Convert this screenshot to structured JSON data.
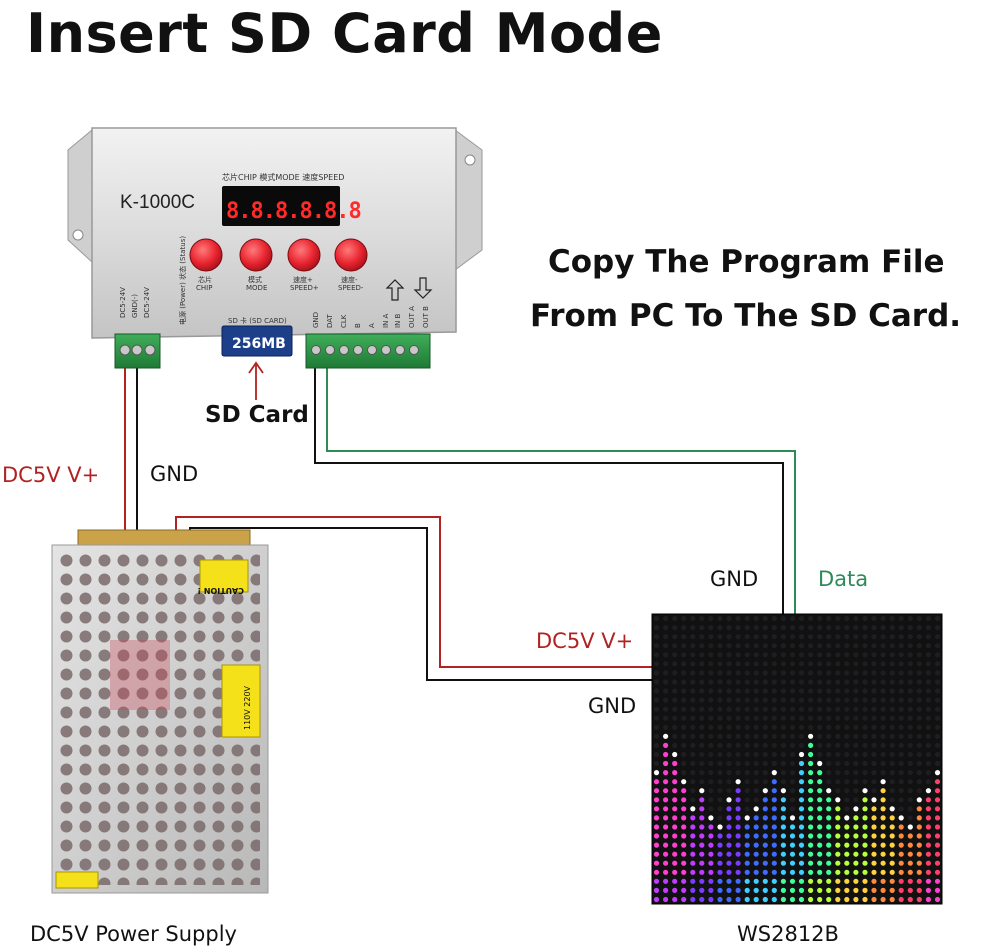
{
  "title": "Insert SD Card Mode",
  "instructions": {
    "line1": "Copy The Program File",
    "line2": "From PC To The SD Card."
  },
  "controller": {
    "model": "K-1000C",
    "display_header": "芯片CHIP  模式MODE  速度SPEED",
    "display_value": "8.8.8.8.8.8",
    "buttons": [
      {
        "cn": "芯片",
        "en": "CHIP"
      },
      {
        "cn": "模式",
        "en": "MODE"
      },
      {
        "cn": "速度+",
        "en": "SPEED+"
      },
      {
        "cn": "速度-",
        "en": "SPEED-"
      }
    ],
    "left_terminals": [
      "DC5-24V",
      "GND(-)",
      "DC5-24V"
    ],
    "status_label": "电源 (Power) 状态 (Status)",
    "sd_slot_label": "SD 卡 (SD CARD)",
    "sd_capacity": "256MB",
    "right_terminals": [
      "GND",
      "DAT",
      "CLK",
      "B",
      "A",
      "IN A",
      "IN B",
      "OUT A",
      "OUT B"
    ]
  },
  "labels": {
    "sd_card": "SD Card",
    "psu_vplus": "DC5V V+",
    "psu_gnd": "GND",
    "matrix_gnd_top": "GND",
    "matrix_data": "Data",
    "matrix_vplus": "DC5V V+",
    "matrix_gnd_bottom": "GND",
    "power_supply": "DC5V Power Supply",
    "led_matrix": "WS2812B"
  },
  "psu": {
    "caution": "CAUTION !",
    "voltage_switch": "110V  220V"
  },
  "colors": {
    "wire_red": "#b22222",
    "wire_black": "#111111",
    "wire_green": "#2e8b57",
    "button_red": "#e8242f",
    "lcd_red": "#ff2a2a",
    "caution_yellow": "#f5e11a"
  }
}
